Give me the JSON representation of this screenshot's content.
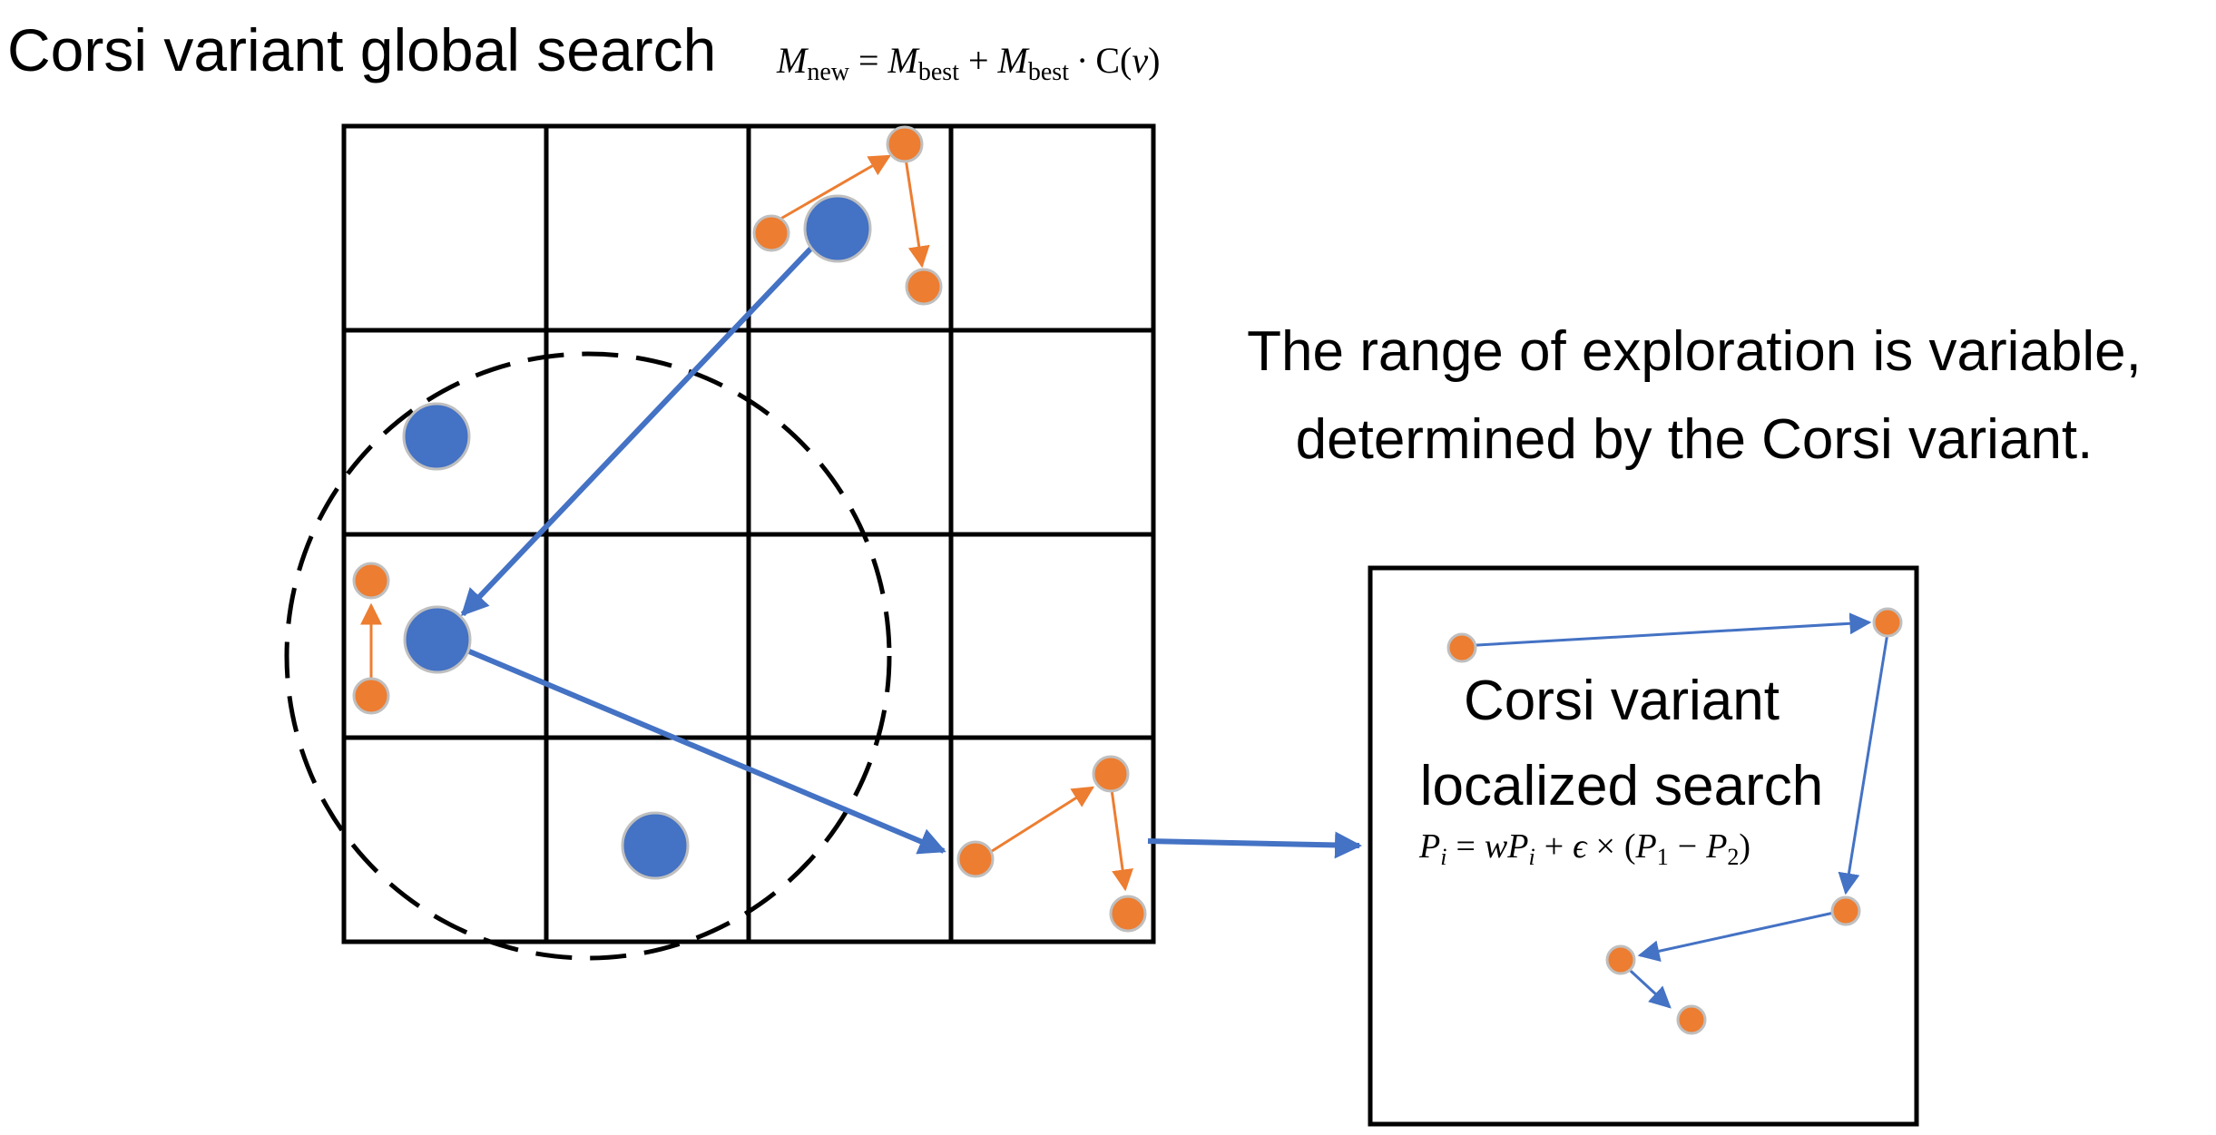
{
  "global_search": {
    "title": "Corsi variant global search",
    "formula": {
      "m1": "M",
      "m1_sub": "new",
      "eq": "=",
      "m2": "M",
      "m2_sub": "best",
      "plus": "+",
      "m3": "M",
      "m3_sub": "best",
      "dot": "·",
      "c": "C(",
      "v": "v",
      "close": ")"
    }
  },
  "exploration_note": {
    "line1": "The range of exploration is variable,",
    "line2": "determined by the Corsi variant."
  },
  "local_search": {
    "label_line1": "Corsi variant",
    "label_line2": "localized search",
    "formula": {
      "p1": "P",
      "p1_sub": "i",
      "eq": "=",
      "w": "w",
      "p2": "P",
      "p2_sub": "i",
      "plus": "+",
      "eps": "ϵ",
      "times": "×",
      "open": "(",
      "p3": "P",
      "p3_sub": "1",
      "minus": "−",
      "p4": "P",
      "p4_sub": "2",
      "close": ")"
    }
  },
  "colors": {
    "blue": "#4472C4",
    "orange": "#ED7D31",
    "point_outline": "#BFBFBF",
    "grid": "#000000"
  }
}
